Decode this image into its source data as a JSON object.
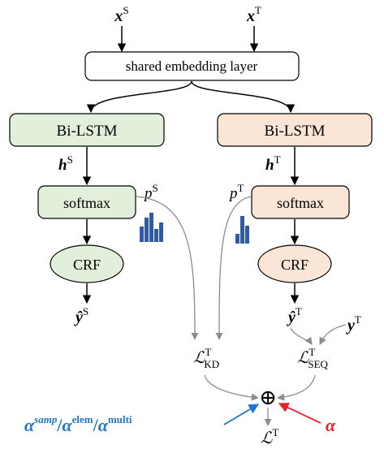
{
  "inputs": {
    "source_x": "x",
    "source_x_sup": "S",
    "target_x": "x",
    "target_x_sup": "T"
  },
  "shared_layer": {
    "label": "shared embedding layer"
  },
  "source": {
    "bilstm_label": "Bi-LSTM",
    "h": "h",
    "h_sup": "S",
    "softmax_label": "softmax",
    "p": "p",
    "p_sup": "S",
    "crf_label": "CRF",
    "yhat": "ŷ",
    "yhat_sup": "S"
  },
  "target": {
    "bilstm_label": "Bi-LSTM",
    "h": "h",
    "h_sup": "T",
    "softmax_label": "softmax",
    "p": "p",
    "p_sup": "T",
    "crf_label": "CRF",
    "yhat": "ŷ",
    "yhat_sup": "T",
    "y": "y",
    "y_sup": "T"
  },
  "losses": {
    "kd_main": "ℒ",
    "kd_sup": "T",
    "kd_sub": "KD",
    "seq_main": "ℒ",
    "seq_sup": "T",
    "seq_sub": "SEQ",
    "total_main": "ℒ",
    "total_sup": "T",
    "sum_symbol": "⊕"
  },
  "weights": {
    "alpha1": "α",
    "samp": "samp",
    "slash1": "/",
    "alpha2": "α",
    "elem": "elem",
    "slash2": "/",
    "alpha3": "α",
    "multi": "multi",
    "alpha_red": "α"
  },
  "colors": {
    "source_fill": "#e2efda",
    "target_fill": "#fbe5d6",
    "histogram": "#2e5aa8",
    "blue_arrow": "#1f77c9",
    "red_arrow": "#e8212b",
    "gray_line": "#8c8c8c"
  },
  "icons": {
    "source_hist": "bar-histogram-icon",
    "target_hist": "bar-histogram-icon"
  }
}
